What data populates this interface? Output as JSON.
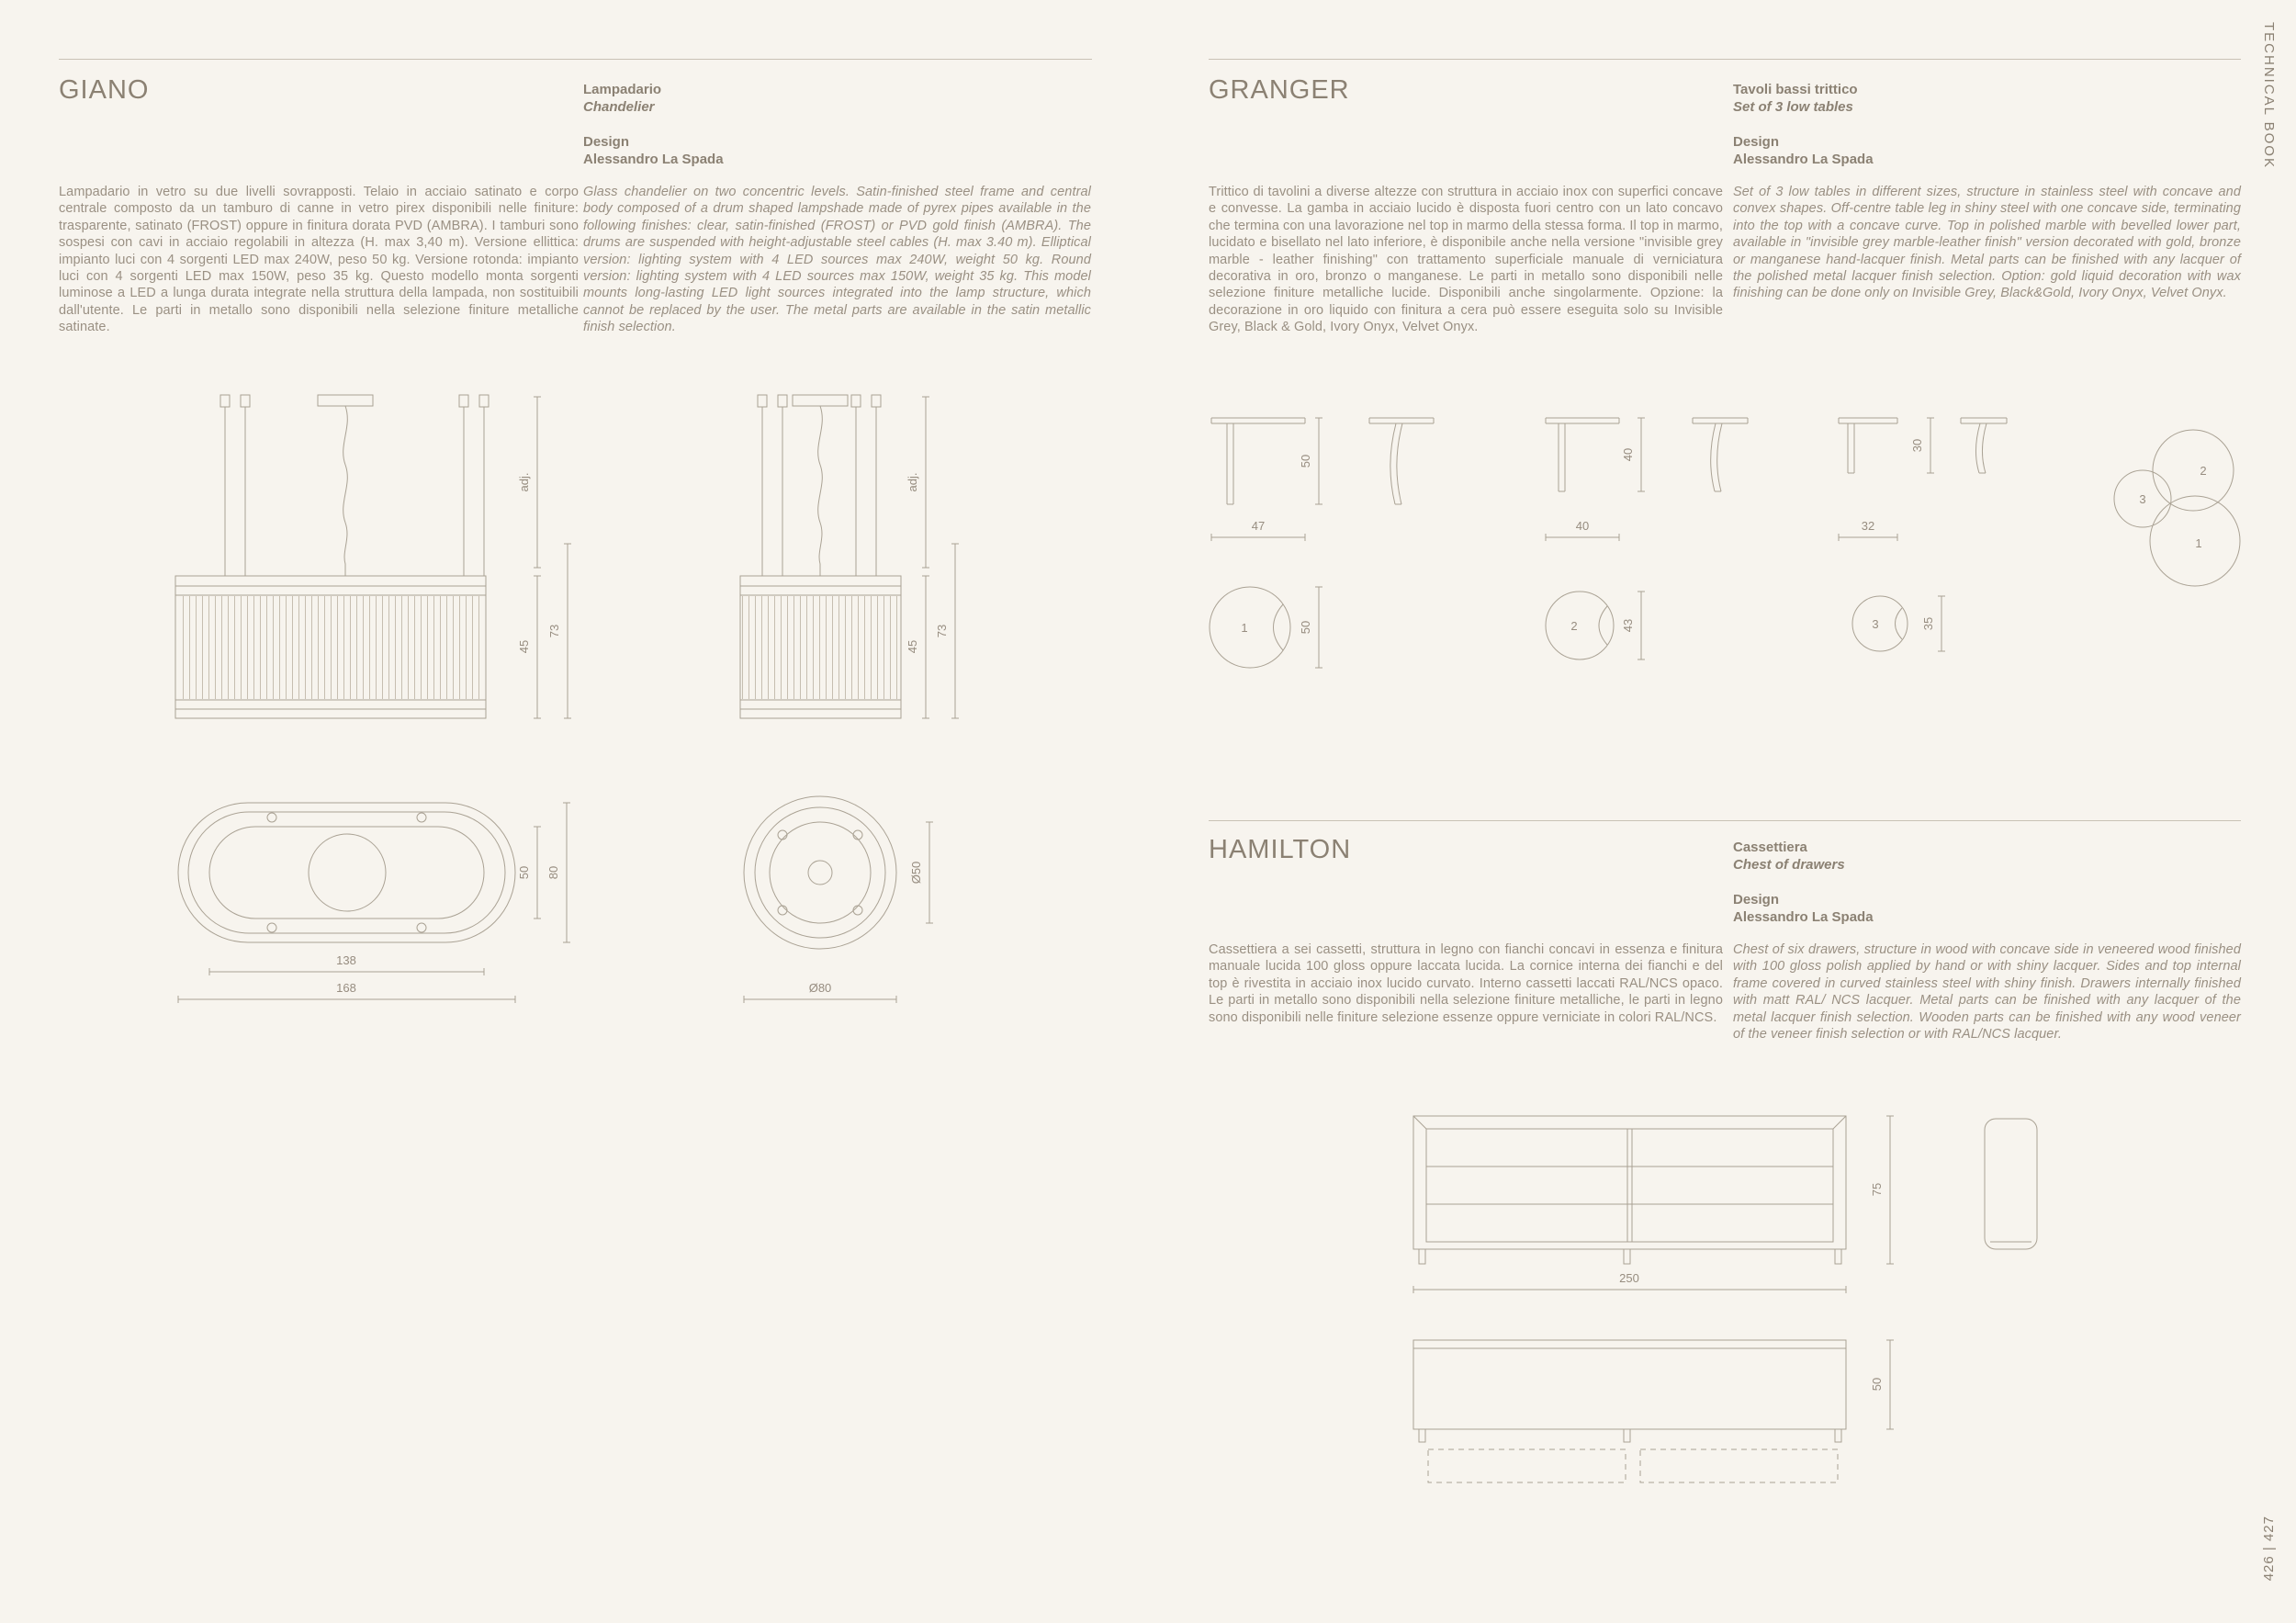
{
  "page": {
    "side_label": "TECHNICAL BOOK",
    "page_number": "426 | 427"
  },
  "giano": {
    "name": "GIANO",
    "type_it": "Lampadario",
    "type_en": "Chandelier",
    "design_label": "Design",
    "designer": "Alessandro La Spada",
    "desc_it": "Lampadario in vetro su due livelli sovrapposti. Telaio in acciaio satinato e corpo centrale composto da un tamburo di canne in vetro pirex disponibili nelle finiture: trasparente, satinato (FROST) oppure in finitura dorata PVD (AMBRA). I tamburi sono sospesi con cavi in acciaio regolabili in altezza (H. max 3,40 m). Versione ellittica: impianto luci con 4 sorgenti LED max 240W, peso 50 kg. Versione rotonda: impianto luci con 4 sorgenti LED max 150W, peso 35 kg. Questo modello monta sorgenti luminose a LED a lunga durata integrate nella struttura della lampada, non sostituibili dall'utente. Le parti in metallo sono disponibili nella selezione finiture metalliche satinate.",
    "desc_en": "Glass chandelier on two concentric levels. Satin-finished steel frame and central body composed of a drum shaped lampshade made of pyrex pipes available in the following finishes: clear, satin-finished (FROST) or PVD gold finish (AMBRA). The drums are suspended with height-adjustable steel cables (H. max 3.40 m). Elliptical version: lighting system with 4 LED sources max 240W, weight 50 kg. Round version: lighting system with 4 LED sources max 150W, weight 35 kg. This model mounts long-lasting LED light sources integrated into the lamp structure, which cannot be replaced by the user. The metal parts are available in the satin metallic finish selection.",
    "dims": {
      "adj": "adj.",
      "h45": "45",
      "h73": "73",
      "p50": "50",
      "p80": "80",
      "w138": "138",
      "w168": "168",
      "dia50": "Ø50",
      "dia80": "Ø80"
    }
  },
  "granger": {
    "name": "GRANGER",
    "type_it": "Tavoli bassi trittico",
    "type_en": "Set of 3 low tables",
    "design_label": "Design",
    "designer": "Alessandro La Spada",
    "desc_it": "Trittico di tavolini a diverse altezze con struttura in acciaio inox con superfici concave e convesse. La gamba in acciaio lucido è disposta fuori centro con un lato concavo che termina con una lavorazione nel top in marmo della stessa forma. Il top in marmo, lucidato e bisellato nel lato inferiore, è disponibile anche nella versione \"invisible grey marble - leather finishing\" con trattamento superficiale manuale di verniciatura decorativa in oro, bronzo o manganese. Le parti in metallo sono disponibili nelle selezione finiture metalliche lucide. Disponibili anche singolarmente. Opzione: la decorazione in oro liquido con finitura a cera può essere eseguita solo su Invisible Grey, Black & Gold, Ivory Onyx, Velvet Onyx.",
    "desc_en": "Set of 3 low tables in different sizes, structure in stainless steel with concave and convex shapes. Off-centre table leg in shiny steel with one concave side, terminating into the top with a concave curve. Top in polished marble with bevelled lower part, available in \"invisible grey marble-leather finish\" version decorated with gold, bronze or manganese hand-lacquer finish. Metal parts can be finished with any lacquer of the polished metal lacquer finish selection. Option: gold liquid decoration with wax finishing can be done only on Invisible Grey, Black&Gold, Ivory Onyx, Velvet Onyx.",
    "dims": {
      "h1": "50",
      "w1": "47",
      "h2": "40",
      "w2": "40",
      "h3": "30",
      "w3": "32",
      "d1": "50",
      "d2": "43",
      "d3": "35"
    },
    "labels": {
      "n1": "1",
      "n2": "2",
      "n3": "3"
    }
  },
  "hamilton": {
    "name": "HAMILTON",
    "type_it": "Cassettiera",
    "type_en": "Chest of drawers",
    "design_label": "Design",
    "designer": "Alessandro La Spada",
    "desc_it": "Cassettiera a sei cassetti, struttura in legno con fianchi concavi in essenza e finitura manuale lucida 100 gloss oppure laccata lucida. La cornice interna dei fianchi e del top è rivestita in acciaio inox lucido curvato. Interno cassetti laccati RAL/NCS opaco. Le parti in metallo sono disponibili nella selezione finiture metalliche, le parti in legno sono disponibili nelle finiture selezione essenze oppure verniciate in colori RAL/NCS.",
    "desc_en": "Chest of six drawers, structure in wood with concave side in veneered wood finished with 100 gloss polish applied by hand or with shiny lacquer. Sides and top internal frame covered in curved stainless steel with shiny finish. Drawers internally finished with matt RAL/ NCS lacquer. Metal parts can be finished with any lacquer of the metal lacquer finish selection. Wooden parts can be finished with any wood veneer of the veneer finish selection or with RAL/NCS lacquer.",
    "dims": {
      "w": "250",
      "h": "75",
      "d": "50"
    }
  }
}
